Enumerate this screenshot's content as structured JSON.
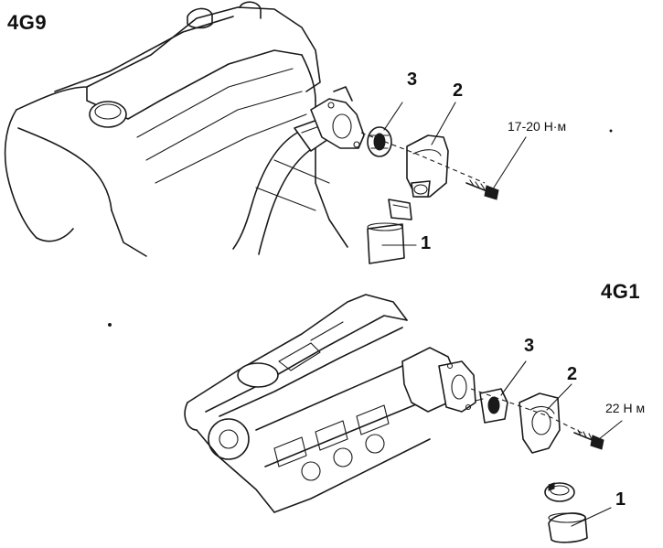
{
  "diagram": {
    "top": {
      "engine_code": "4G9",
      "callouts": {
        "hose": "1",
        "housing": "2",
        "thermostat": "3"
      },
      "torque": "17-20 Н·м"
    },
    "bottom": {
      "engine_code": "4G1",
      "callouts": {
        "hose": "1",
        "housing": "2",
        "thermostat": "3"
      },
      "torque": "22 Н м"
    }
  }
}
